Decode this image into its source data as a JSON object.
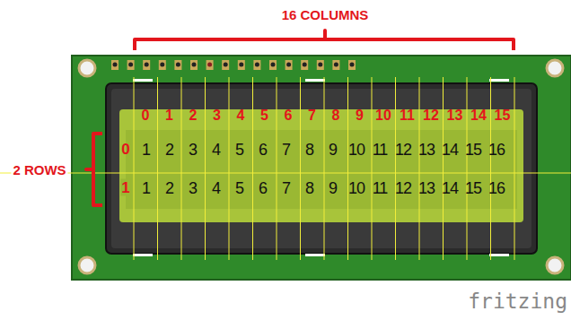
{
  "diagram": {
    "labels": [
      "16 COLUMNS",
      "0",
      "1",
      "2",
      "3",
      "4",
      "5",
      "6",
      "7",
      "8",
      "9",
      "10",
      "11",
      "12",
      "13",
      "14",
      "15",
      "2 ROWS",
      "0",
      "1",
      "2",
      "3",
      "4",
      "5",
      "6",
      "7",
      "8",
      "9",
      "10",
      "11",
      "12",
      "13",
      "14",
      "15",
      "16",
      "1",
      "1",
      "2",
      "3",
      "4",
      "5",
      "6",
      "7",
      "8",
      "9",
      "10",
      "11",
      "12",
      "13",
      "14",
      "15",
      "16",
      "fritzing"
    ]
  }
}
